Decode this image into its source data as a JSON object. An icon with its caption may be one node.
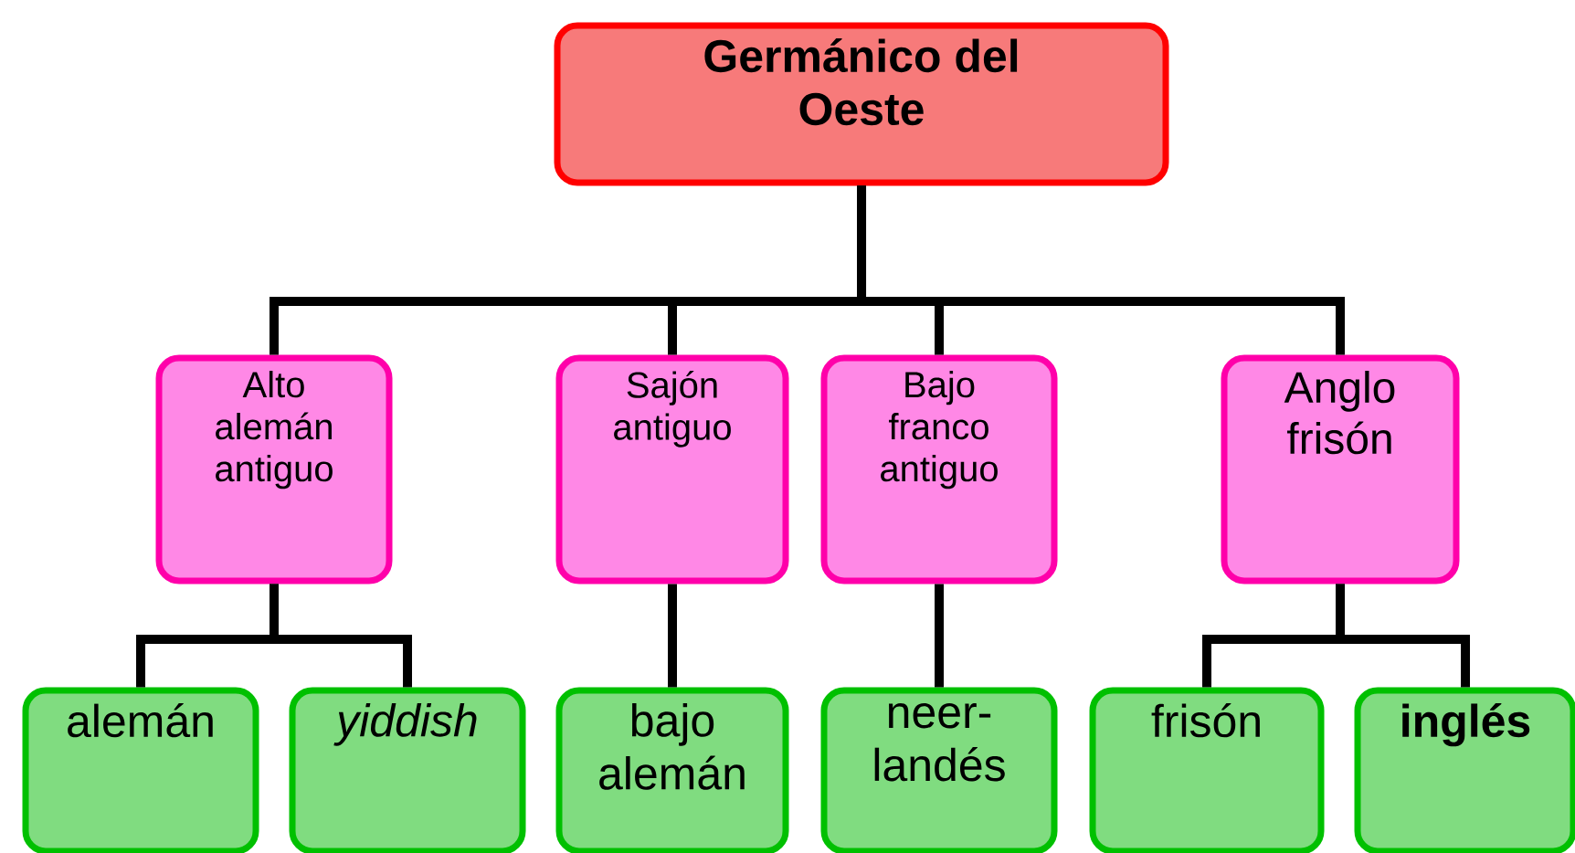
{
  "diagram": {
    "nodes": [
      {
        "text": [
          "Germánico del Oeste"
        ]
      },
      {
        "text": [
          "Alto alemán antiguo"
        ]
      },
      {
        "text": [
          "Sajón antiguo"
        ]
      },
      {
        "text": [
          "Bajo franco antiguo"
        ]
      },
      {
        "text": [
          "Anglo frisón"
        ]
      },
      {
        "text": [
          "alemán"
        ]
      },
      {
        "text": [
          "yiddish"
        ]
      },
      {
        "text": [
          "bajo alemán"
        ]
      },
      {
        "text": [
          "neer- landés"
        ]
      },
      {
        "text": [
          "frisón"
        ]
      },
      {
        "text": [
          "inglés"
        ]
      }
    ],
    "edges": [
      {
        "from": 0,
        "to": 1,
        "arrow": "none"
      },
      {
        "from": 0,
        "to": 2,
        "arrow": "none"
      },
      {
        "from": 0,
        "to": 3,
        "arrow": "none"
      },
      {
        "from": 0,
        "to": 4,
        "arrow": "none"
      },
      {
        "from": 1,
        "to": 5,
        "arrow": "none"
      },
      {
        "from": 1,
        "to": 6,
        "arrow": "none"
      },
      {
        "from": 2,
        "to": 7,
        "arrow": "none"
      },
      {
        "from": 3,
        "to": 8,
        "arrow": "none"
      },
      {
        "from": 4,
        "to": 9,
        "arrow": "none"
      },
      {
        "from": 4,
        "to": 10,
        "arrow": "none"
      }
    ]
  }
}
